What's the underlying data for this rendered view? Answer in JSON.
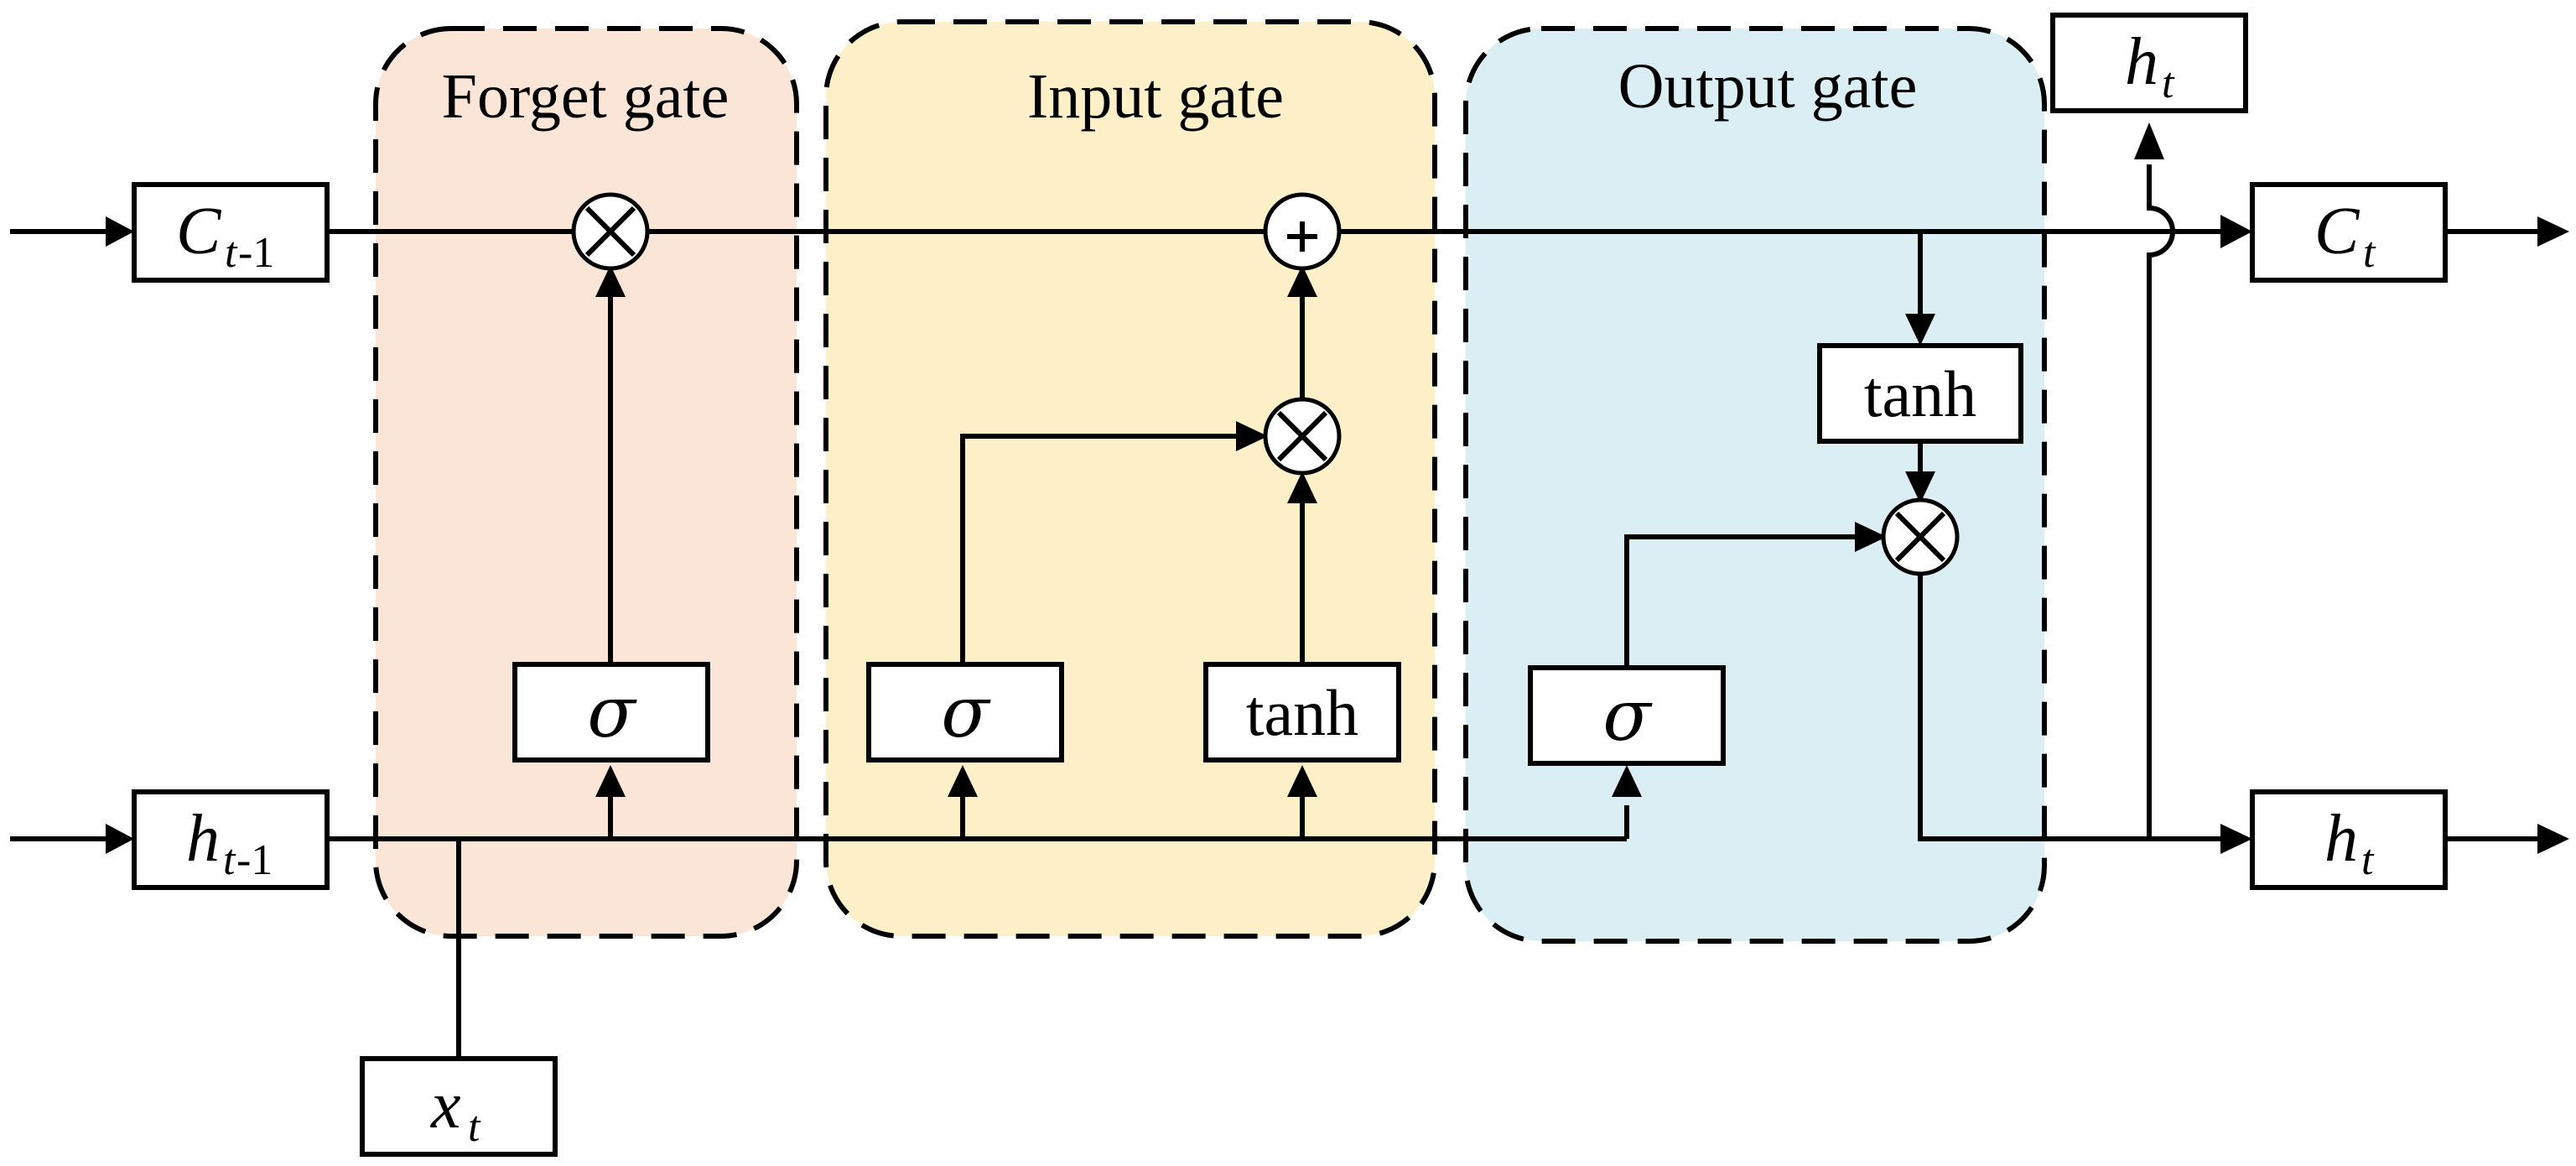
{
  "gates": {
    "forget": {
      "title": "Forget gate",
      "color": "#fbe5d6"
    },
    "input": {
      "title": "Input gate",
      "color": "#fdf0c8"
    },
    "output": {
      "title": "Output gate",
      "color": "#daeef4"
    }
  },
  "states": {
    "c_prev": {
      "main": "C",
      "sub_var": "t",
      "sub_num": "-1"
    },
    "h_prev": {
      "main": "h",
      "sub_var": "t",
      "sub_num": "-1"
    },
    "x_t": {
      "main": "x",
      "sub_var": "t"
    },
    "c_t": {
      "main": "C",
      "sub_var": "t"
    },
    "h_t_out": {
      "main": "h",
      "sub_var": "t"
    },
    "h_t_top": {
      "main": "h",
      "sub_var": "t"
    }
  },
  "blocks": {
    "forget_sigma": "σ",
    "input_sigma": "σ",
    "input_tanh": "tanh",
    "output_sigma": "σ",
    "cell_tanh": "tanh"
  },
  "operators": {
    "multiply": "⊗",
    "add": "+"
  }
}
